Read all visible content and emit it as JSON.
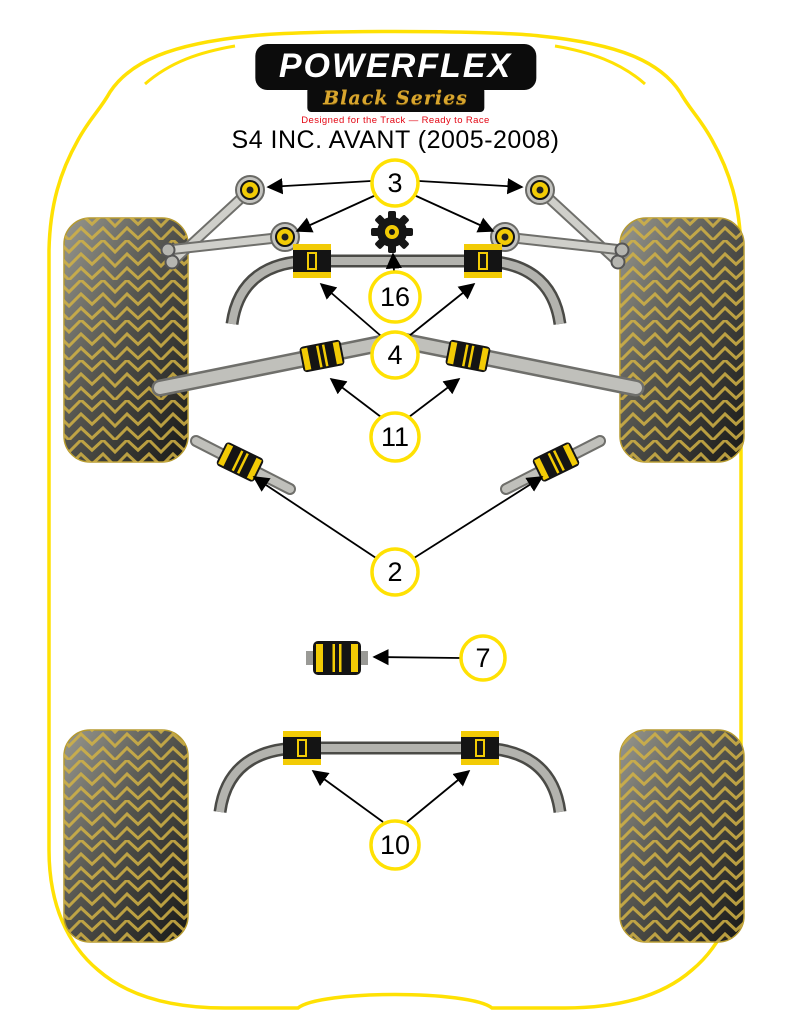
{
  "logo": {
    "name": "POWERFLEX",
    "series": "Black Series",
    "tagline": "Designed for the Track — Ready to Race"
  },
  "title": "S4 INC. AVANT (2005-2008)",
  "callouts": [
    {
      "label": "3"
    },
    {
      "label": "16"
    },
    {
      "label": "4"
    },
    {
      "label": "11"
    },
    {
      "label": "2"
    },
    {
      "label": "7"
    },
    {
      "label": "10"
    }
  ],
  "colors": {
    "outline_yellow": "#ffe103",
    "bush_yellow": "#f2cb05",
    "tread_gold": "#d2b244",
    "tagline_red": "#e30613",
    "series_gold": "#d9a62e"
  }
}
